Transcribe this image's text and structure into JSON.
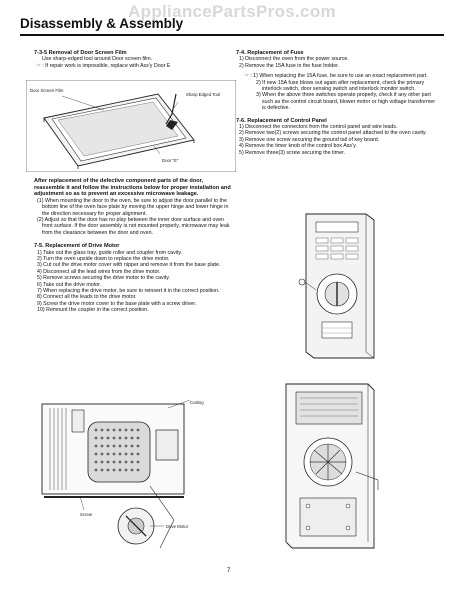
{
  "watermark": "AppliancePartsPros.com",
  "page_title": "Disassembly & Assembly",
  "page_number": "7",
  "left": {
    "s735_heading": "7-3-5 Removal of Door Screen Film",
    "s735_line1": "Use sharp-edged tool around Door screen film.",
    "s735_note": "☞ : If repair work is impossible, replace with Ass'y Door E",
    "fig1_labels": {
      "door_screen_film": "Door Screen Film",
      "sharp_edged_tool": "Sharp Edged Tool",
      "door_e": "Door \"E\""
    },
    "bold_notice": "After replacement of the defective component parts of the door, reassemble it and follow the instructions below for proper installation and adjustment so as to prevent an excessive microwave leakage.",
    "notice_items": [
      "(1) When mounting the door to the oven, be sure to adjust the door parallel to the bottom line of the oven face plate by moving the upper hinge and lower hinge in the direction necessary for proper alignment.",
      "(2) Adjust so that the door has no play between the inner door surface and oven front surface. If the door assembly is not mounted properly, microwave may leak from the clearance between the door and oven."
    ],
    "s75_heading": "7-5. Replacement of Drive Motor",
    "s75_steps": [
      "1) Take out the glass tray, guide roller and coupler from cavity.",
      "2) Turn the oven upside down to replace the drive motor.",
      "3) Cut out the drive motor cover with nipper and remove it from the base plate.",
      "4) Disconnect all the lead wires from the drive motor.",
      "5) Remove screws securing the drive motor to the cavity.",
      "6) Take out the drive motor.",
      "7) When replacing the drive motor, be sure to reinsert it in the correct position.",
      "8) Connect all the leads to the drive motor.",
      "9) Screw the drive motor cover to the base plate with a screw driver.",
      "10) Remount the coupler in the correct position."
    ],
    "fig2_labels": {
      "cutting": "Cutting",
      "screw": "Screw",
      "drive_motor": "Drive Motor"
    }
  },
  "right": {
    "s74_heading": "7-4. Replacement of Fuse",
    "s74_steps": [
      "1) Disconnect the oven from the power source.",
      "2) Remove the 15A fuse in the fuse holder."
    ],
    "s74_notes": [
      "☞ : 1) When replacing the 15A fuse, be sure to use an exact replacement part.",
      "2) If new 15A fuse blows out again after replacement, check the primary interlock switch, door sensing switch and interlock monitor switch.",
      "3) When the above three switches operate properly, check if any other part such as the control circuit board, blower motor or high voltage transformer is defective."
    ],
    "s76_heading": "7-6. Replacement of Control Panel",
    "s76_steps": [
      "1) Disconnect the connectors from the control panel and wire leads.",
      "2) Remove two(2) screws securing the control panel attached to the oven cavity.",
      "3) Remove one screw securing the ground tail of key board.",
      "4) Remove the timer knob of the control box Ass'y.",
      "5) Remove three(3) screw securing the timer."
    ]
  }
}
